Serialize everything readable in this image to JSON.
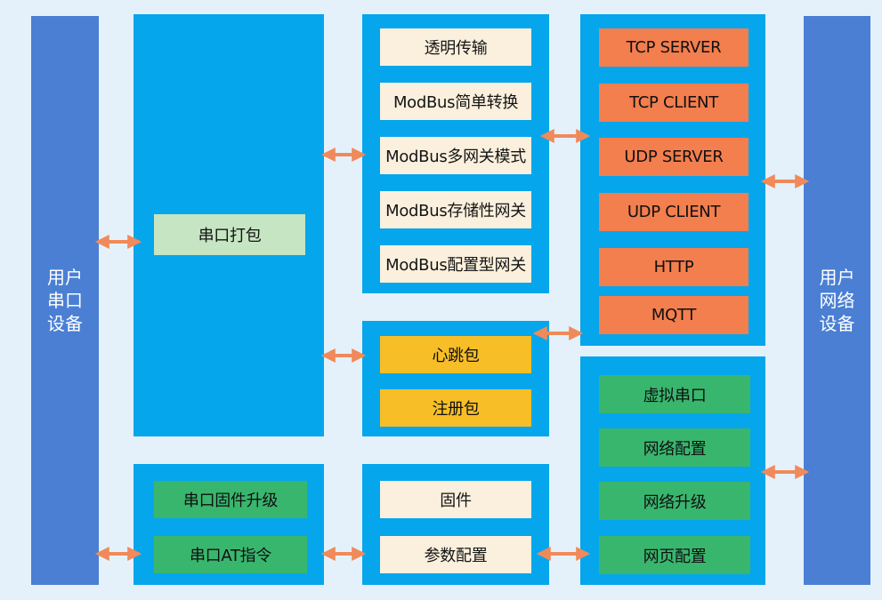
{
  "left_device": "用户串口设备",
  "right_device": "用户网络设备",
  "serial_pack": "串口打包",
  "protocols": [
    "透明传输",
    "ModBus简单转换",
    "ModBus多网关模式",
    "ModBus存储性网关",
    "ModBus配置型网关"
  ],
  "network_modes": [
    "TCP SERVER",
    "TCP CLIENT",
    "UDP SERVER",
    "UDP CLIENT",
    "HTTP",
    "MQTT"
  ],
  "packets": [
    "心跳包",
    "注册包"
  ],
  "serial_functions": [
    "串口固件升级",
    "串口AT指令"
  ],
  "config_functions": [
    "固件",
    "参数配置"
  ],
  "network_functions": [
    "虚拟串口",
    "网络配置",
    "网络升级",
    "网页配置"
  ],
  "colors": {
    "side": "#4a7fd4",
    "panel": "#06a6ec",
    "cream": "#fbf0dd",
    "light_green": "#c6e5c2",
    "green": "#39b66e",
    "orange": "#f37e4e",
    "yellow": "#f7be27",
    "arrow": "#f08a5a"
  }
}
